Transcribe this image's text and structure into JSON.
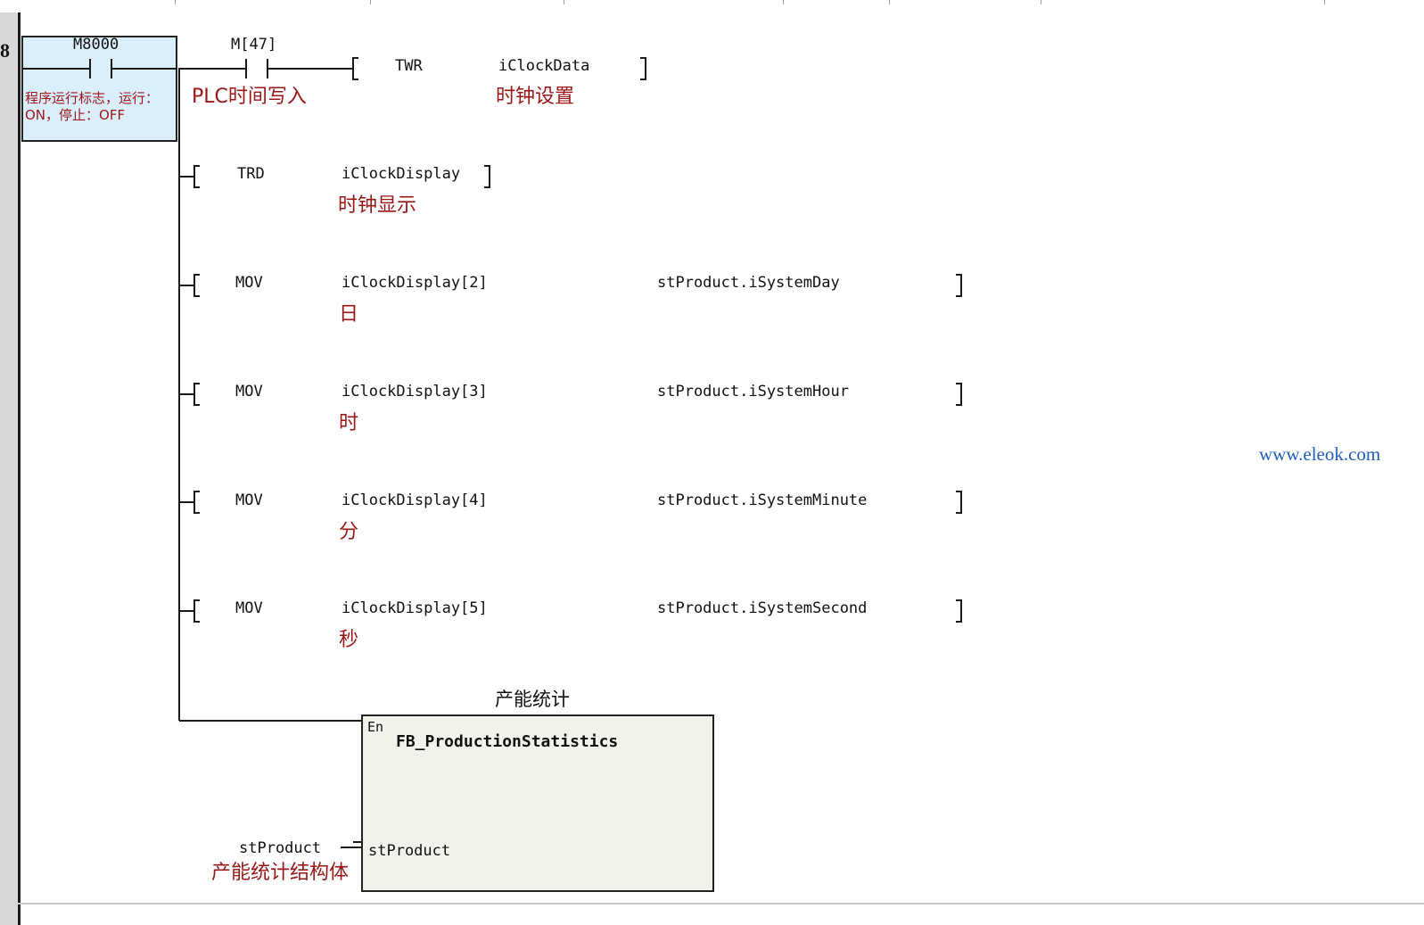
{
  "rung": {
    "number": "8"
  },
  "contacts": [
    {
      "operand": "M8000",
      "comment": "程序运行标志，运行：ON，停止：OFF"
    },
    {
      "operand": "M[47]",
      "comment": "PLC时间写入"
    }
  ],
  "instructions": [
    {
      "op": "TWR",
      "arg1": "iClockData",
      "arg1_comment": "时钟设置",
      "arg2": ""
    },
    {
      "op": "TRD",
      "arg1": "iClockDisplay",
      "arg1_comment": "时钟显示",
      "arg2": ""
    },
    {
      "op": "MOV",
      "arg1": "iClockDisplay[2]",
      "arg1_comment": "日",
      "arg2": "stProduct.iSystemDay"
    },
    {
      "op": "MOV",
      "arg1": "iClockDisplay[3]",
      "arg1_comment": "时",
      "arg2": "stProduct.iSystemHour"
    },
    {
      "op": "MOV",
      "arg1": "iClockDisplay[4]",
      "arg1_comment": "分",
      "arg2": "stProduct.iSystemMinute"
    },
    {
      "op": "MOV",
      "arg1": "iClockDisplay[5]",
      "arg1_comment": "秒",
      "arg2": "stProduct.iSystemSecond"
    }
  ],
  "function_block": {
    "instance_comment": "产能统计",
    "en_label": "En",
    "type_name": "FB_ProductionStatistics",
    "input_pin": "stProduct",
    "input_var": "stProduct",
    "input_comment": "产能统计结构体"
  },
  "watermark": "www.eleok.com"
}
